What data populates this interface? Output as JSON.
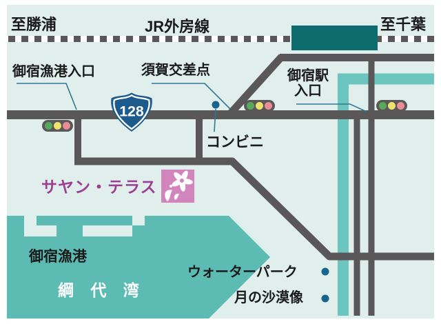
{
  "map_title": "access-map-onjuku",
  "labels": {
    "to_katsuura": "至勝浦",
    "rail_line": "JR外房線",
    "to_chiba": "至千葉",
    "fishing_port_entrance": "御宿漁港入口",
    "suga_intersection": "須賀交差点",
    "station_entrance_line1": "御宿駅",
    "station_entrance_line2": "入口",
    "convenience_store": "コンビニ",
    "brand_name": "サヤン・テラス",
    "fishing_port": "御宿漁港",
    "bay_name": "綱 代 湾",
    "water_park": "ウォーターパーク",
    "moon_desert_statue": "月の沙漠像"
  },
  "route_shield": {
    "number": "128"
  },
  "icons": {
    "traffic_light_count": 3,
    "flower_logo": "plumeria-flower",
    "poi_dot_count": 3
  },
  "colors": {
    "bg": "#e0eeec",
    "water": "#5cbcb3",
    "band": "#6cc5bf",
    "station": "#0e6b6e",
    "road": "#595757",
    "rail_dash": "#595757",
    "purple": "#9b3f92",
    "logo_pink": "#d284bc",
    "line_blue": "#2f7795",
    "dot_blue": "#17648d",
    "shield_blue": "#1e5b8d",
    "tl_green": "#58a95c",
    "tl_yellow": "#efe36f",
    "tl_red": "#e78d97"
  }
}
